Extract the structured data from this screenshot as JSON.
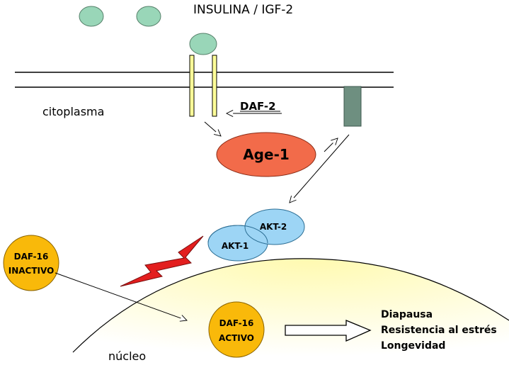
{
  "title": "INSULINA / IGF-2",
  "labels": {
    "cytoplasm": "citoplasma",
    "nucleus": "núcleo",
    "receptor": "DAF-2",
    "pi3k": "Age-1",
    "akt1": "AKT-1",
    "akt2": "AKT-2",
    "daf16_inactive_line1": "DAF-16",
    "daf16_inactive_line2": "INACTIVO",
    "daf16_active_line1": "DAF-16",
    "daf16_active_line2": "ACTIVO"
  },
  "outcomes": [
    "Diapausa",
    "Resistencia al estrés",
    "Longevidad"
  ],
  "colors": {
    "ligand": "#99D6B8",
    "receptor": "#FFFF99",
    "grey_receptor": "#6E8F80",
    "age1": "#F26B4A",
    "akt": "#9DD5F5",
    "daf16": "#F9B90A",
    "lightning": "#E31E1E",
    "nucleus_fill": "#FFFBC8"
  }
}
